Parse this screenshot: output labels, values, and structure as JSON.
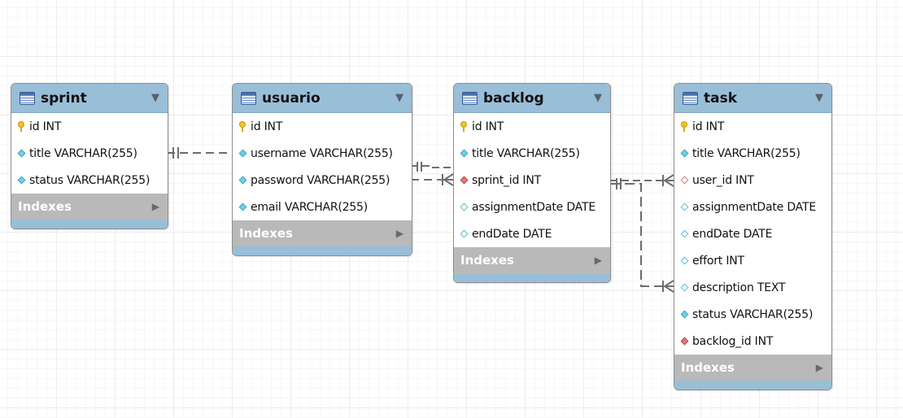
{
  "diagram": {
    "tables": [
      {
        "id": "sprint",
        "name": "sprint",
        "columns": [
          {
            "label": "id INT",
            "icon": "key-icon"
          },
          {
            "label": "title VARCHAR(255)",
            "icon": "cyan-diamond-icon"
          },
          {
            "label": "status VARCHAR(255)",
            "icon": "cyan-diamond-icon"
          }
        ],
        "indexes_label": "Indexes"
      },
      {
        "id": "usuario",
        "name": "usuario",
        "columns": [
          {
            "label": "id INT",
            "icon": "key-icon"
          },
          {
            "label": "username VARCHAR(255)",
            "icon": "cyan-diamond-icon"
          },
          {
            "label": "password VARCHAR(255)",
            "icon": "cyan-diamond-icon"
          },
          {
            "label": "email VARCHAR(255)",
            "icon": "cyan-diamond-icon"
          }
        ],
        "indexes_label": "Indexes"
      },
      {
        "id": "backlog",
        "name": "backlog",
        "columns": [
          {
            "label": "id INT",
            "icon": "key-icon"
          },
          {
            "label": "title VARCHAR(255)",
            "icon": "cyan-diamond-icon"
          },
          {
            "label": "sprint_id INT",
            "icon": "red-diamond-icon"
          },
          {
            "label": "assignmentDate DATE",
            "icon": "hollow-cyan-diamond-icon"
          },
          {
            "label": "endDate DATE",
            "icon": "hollow-cyan-diamond-icon"
          }
        ],
        "indexes_label": "Indexes"
      },
      {
        "id": "task",
        "name": "task",
        "columns": [
          {
            "label": "id INT",
            "icon": "key-icon"
          },
          {
            "label": "title VARCHAR(255)",
            "icon": "cyan-diamond-icon"
          },
          {
            "label": "user_id INT",
            "icon": "hollow-red-diamond-icon"
          },
          {
            "label": "assignmentDate DATE",
            "icon": "hollow-cyan-diamond-icon"
          },
          {
            "label": "endDate DATE",
            "icon": "hollow-cyan-diamond-icon"
          },
          {
            "label": "effort INT",
            "icon": "hollow-cyan-diamond-icon"
          },
          {
            "label": "description TEXT",
            "icon": "hollow-cyan-diamond-icon"
          },
          {
            "label": "status VARCHAR(255)",
            "icon": "cyan-diamond-icon"
          },
          {
            "label": "backlog_id INT",
            "icon": "red-diamond-icon"
          }
        ],
        "indexes_label": "Indexes"
      }
    ],
    "relationships": [
      {
        "from": "sprint",
        "to": "backlog",
        "type": "one-to-many"
      },
      {
        "from": "usuario",
        "to": "task",
        "type": "one-to-many"
      },
      {
        "from": "backlog",
        "to": "task",
        "type": "one-to-many"
      }
    ],
    "colors": {
      "header": "#99bed8",
      "indexes_bar": "#b9b9b9",
      "connector": "#707070"
    }
  }
}
